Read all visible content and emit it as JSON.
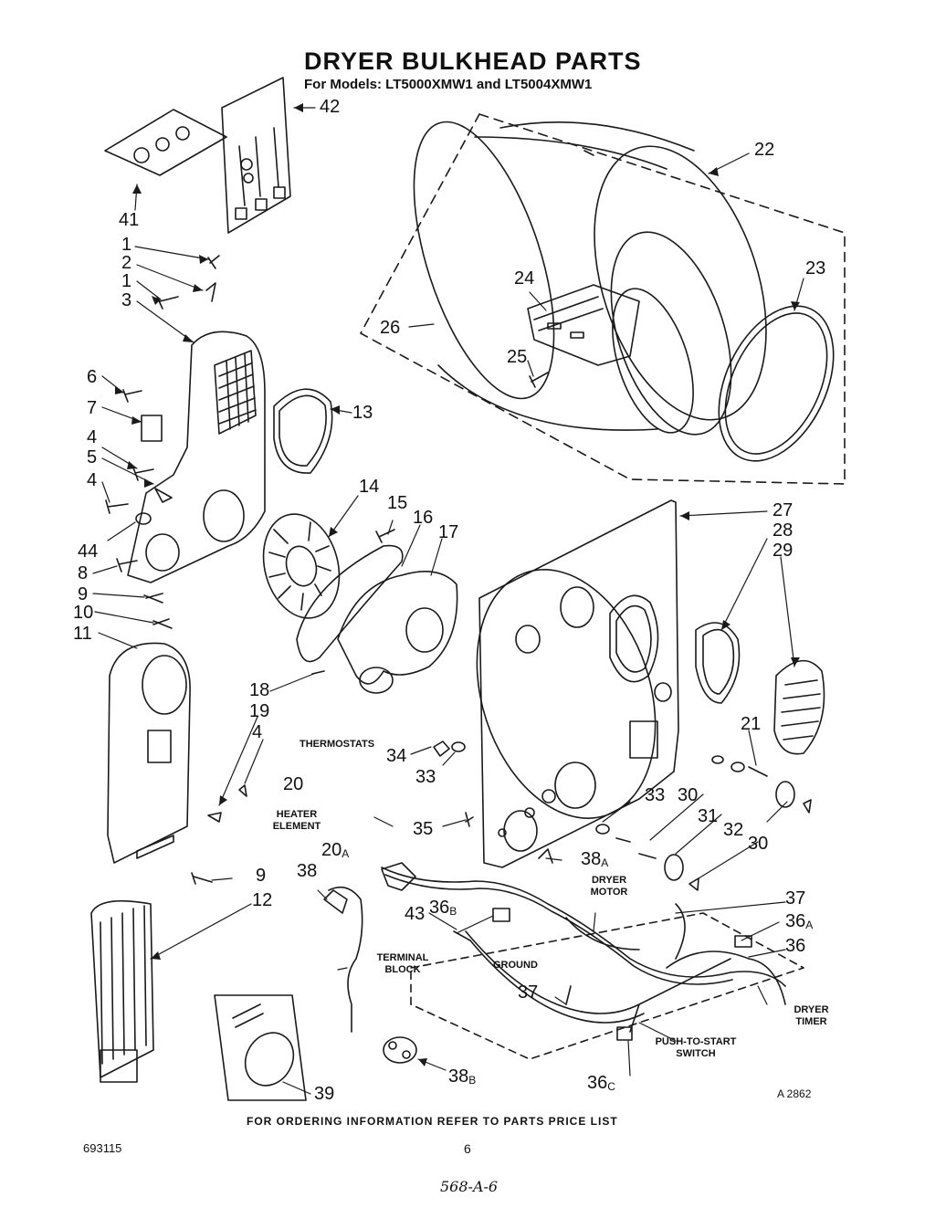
{
  "header": {
    "title": "DRYER BULKHEAD PARTS",
    "subtitle": "For Models: LT5000XMW1 and LT5004XMW1"
  },
  "callouts": [
    {
      "id": "c42",
      "text": "42"
    },
    {
      "id": "c41",
      "text": "41"
    },
    {
      "id": "c1a",
      "text": "1"
    },
    {
      "id": "c2",
      "text": "2"
    },
    {
      "id": "c1b",
      "text": "1"
    },
    {
      "id": "c3",
      "text": "3"
    },
    {
      "id": "c6",
      "text": "6"
    },
    {
      "id": "c7",
      "text": "7"
    },
    {
      "id": "c4a",
      "text": "4"
    },
    {
      "id": "c5",
      "text": "5"
    },
    {
      "id": "c4b",
      "text": "4"
    },
    {
      "id": "c44",
      "text": "44"
    },
    {
      "id": "c8",
      "text": "8"
    },
    {
      "id": "c9a",
      "text": "9"
    },
    {
      "id": "c10",
      "text": "10"
    },
    {
      "id": "c11",
      "text": "11"
    },
    {
      "id": "c13",
      "text": "13"
    },
    {
      "id": "c14",
      "text": "14"
    },
    {
      "id": "c15",
      "text": "15"
    },
    {
      "id": "c16",
      "text": "16"
    },
    {
      "id": "c17",
      "text": "17"
    },
    {
      "id": "c18",
      "text": "18"
    },
    {
      "id": "c19",
      "text": "19"
    },
    {
      "id": "c4c",
      "text": "4"
    },
    {
      "id": "c20",
      "text": "20"
    },
    {
      "id": "c20a",
      "text": "20",
      "sub": "A"
    },
    {
      "id": "c9b",
      "text": "9"
    },
    {
      "id": "c12",
      "text": "12"
    },
    {
      "id": "c22",
      "text": "22"
    },
    {
      "id": "c23",
      "text": "23"
    },
    {
      "id": "c24",
      "text": "24"
    },
    {
      "id": "c25",
      "text": "25"
    },
    {
      "id": "c26",
      "text": "26"
    },
    {
      "id": "c27",
      "text": "27"
    },
    {
      "id": "c28",
      "text": "28"
    },
    {
      "id": "c29",
      "text": "29"
    },
    {
      "id": "c21",
      "text": "21"
    },
    {
      "id": "c34",
      "text": "34"
    },
    {
      "id": "c33a",
      "text": "33"
    },
    {
      "id": "c33b",
      "text": "33"
    },
    {
      "id": "c30a",
      "text": "30"
    },
    {
      "id": "c31",
      "text": "31"
    },
    {
      "id": "c32",
      "text": "32"
    },
    {
      "id": "c30b",
      "text": "30"
    },
    {
      "id": "c35",
      "text": "35"
    },
    {
      "id": "c38a",
      "text": "38",
      "sub": "A"
    },
    {
      "id": "c38",
      "text": "38"
    },
    {
      "id": "c43",
      "text": "43"
    },
    {
      "id": "c36b",
      "text": "36",
      "sub": "B"
    },
    {
      "id": "c37a",
      "text": "37"
    },
    {
      "id": "c36a",
      "text": "36",
      "sub": "A"
    },
    {
      "id": "c36",
      "text": "36"
    },
    {
      "id": "c37b",
      "text": "37"
    },
    {
      "id": "c38b",
      "text": "38",
      "sub": "B"
    },
    {
      "id": "c36c",
      "text": "36",
      "sub": "C"
    },
    {
      "id": "c39",
      "text": "39"
    }
  ],
  "labels": {
    "thermostats": "THERMOSTATS",
    "heater_element_1": "HEATER",
    "heater_element_2": "ELEMENT",
    "dryer_motor_1": "DRYER",
    "dryer_motor_2": "MOTOR",
    "terminal_block_1": "TERMINAL",
    "terminal_block_2": "BLOCK",
    "ground": "GROUND",
    "dryer_timer_1": "DRYER",
    "dryer_timer_2": "TIMER",
    "push_to_start_1": "PUSH-TO-START",
    "push_to_start_2": "SWITCH"
  },
  "footer": {
    "ordering_note": "FOR ORDERING INFORMATION REFER TO PARTS PRICE LIST",
    "drawing_code": "A 2862",
    "doc_number": "693115",
    "page_number": "6",
    "handwritten": "568-A-6"
  }
}
